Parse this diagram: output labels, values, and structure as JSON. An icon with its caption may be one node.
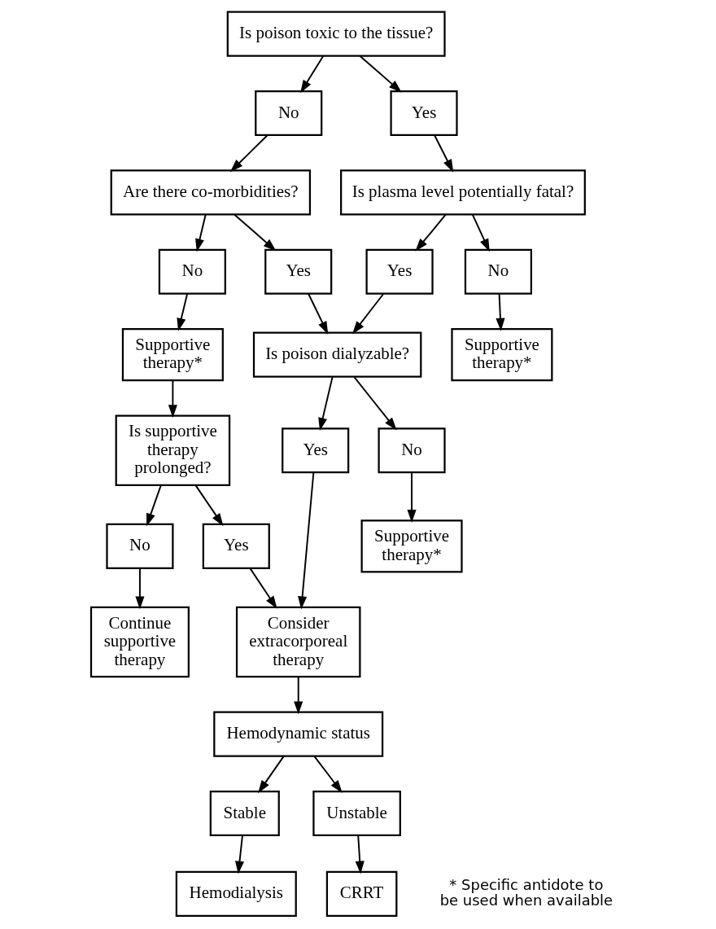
{
  "diagram": {
    "nodes": [
      {
        "text": [
          "Is poison toxic to the tissue?"
        ]
      },
      {
        "text": [
          "No"
        ]
      },
      {
        "text": [
          "Yes"
        ]
      },
      {
        "text": [
          "Are there co-morbidities?"
        ]
      },
      {
        "text": [
          "Is plasma level potentially fatal?"
        ]
      },
      {
        "text": [
          "No"
        ]
      },
      {
        "text": [
          "Yes"
        ]
      },
      {
        "text": [
          "Yes"
        ]
      },
      {
        "text": [
          "No"
        ]
      },
      {
        "text": [
          "Supportive therapy*"
        ]
      },
      {
        "text": [
          "Supportive therapy*"
        ]
      },
      {
        "text": [
          "Is supportive therapy prolonged?"
        ]
      },
      {
        "text": [
          "Is poison dialyzable?"
        ]
      },
      {
        "text": [
          "No"
        ]
      },
      {
        "text": [
          "Yes"
        ]
      },
      {
        "text": [
          "Yes"
        ]
      },
      {
        "text": [
          "No"
        ]
      },
      {
        "text": [
          "Continue supportive therapy"
        ]
      },
      {
        "text": [
          "Consider extracorporeal therapy"
        ]
      },
      {
        "text": [
          "Supportive therapy*"
        ]
      },
      {
        "text": [
          "Hemodynamic status"
        ]
      },
      {
        "text": [
          "Stable"
        ]
      },
      {
        "text": [
          "Unstable"
        ]
      },
      {
        "text": [
          "Hemodialysis"
        ]
      },
      {
        "text": [
          "CRRT"
        ]
      }
    ],
    "edges": [
      {
        "from": 0,
        "to": 1,
        "arrow": "to"
      },
      {
        "from": 0,
        "to": 2,
        "arrow": "to"
      },
      {
        "from": 1,
        "to": 3,
        "arrow": "to"
      },
      {
        "from": 2,
        "to": 4,
        "arrow": "to"
      },
      {
        "from": 3,
        "to": 5,
        "arrow": "to"
      },
      {
        "from": 3,
        "to": 6,
        "arrow": "to"
      },
      {
        "from": 4,
        "to": 7,
        "arrow": "to"
      },
      {
        "from": 4,
        "to": 8,
        "arrow": "to"
      },
      {
        "from": 5,
        "to": 9,
        "arrow": "to"
      },
      {
        "from": 8,
        "to": 10,
        "arrow": "to"
      },
      {
        "from": 9,
        "to": 11,
        "arrow": "to"
      },
      {
        "from": 6,
        "to": 12,
        "arrow": "to"
      },
      {
        "from": 7,
        "to": 12,
        "arrow": "to"
      },
      {
        "from": 11,
        "to": 13,
        "arrow": "to"
      },
      {
        "from": 11,
        "to": 14,
        "arrow": "to"
      },
      {
        "from": 12,
        "to": 15,
        "arrow": "to"
      },
      {
        "from": 12,
        "to": 16,
        "arrow": "to"
      },
      {
        "from": 13,
        "to": 17,
        "arrow": "to"
      },
      {
        "from": 14,
        "to": 18,
        "arrow": "to"
      },
      {
        "from": 15,
        "to": 18,
        "arrow": "to"
      },
      {
        "from": 16,
        "to": 19,
        "arrow": "to"
      },
      {
        "from": 18,
        "to": 20,
        "arrow": "to"
      },
      {
        "from": 20,
        "to": 21,
        "arrow": "to"
      },
      {
        "from": 20,
        "to": 22,
        "arrow": "to"
      },
      {
        "from": 21,
        "to": 23,
        "arrow": "to"
      },
      {
        "from": 22,
        "to": 24,
        "arrow": "to"
      }
    ],
    "labels": [
      "* Specific antidote to be used when available"
    ]
  }
}
